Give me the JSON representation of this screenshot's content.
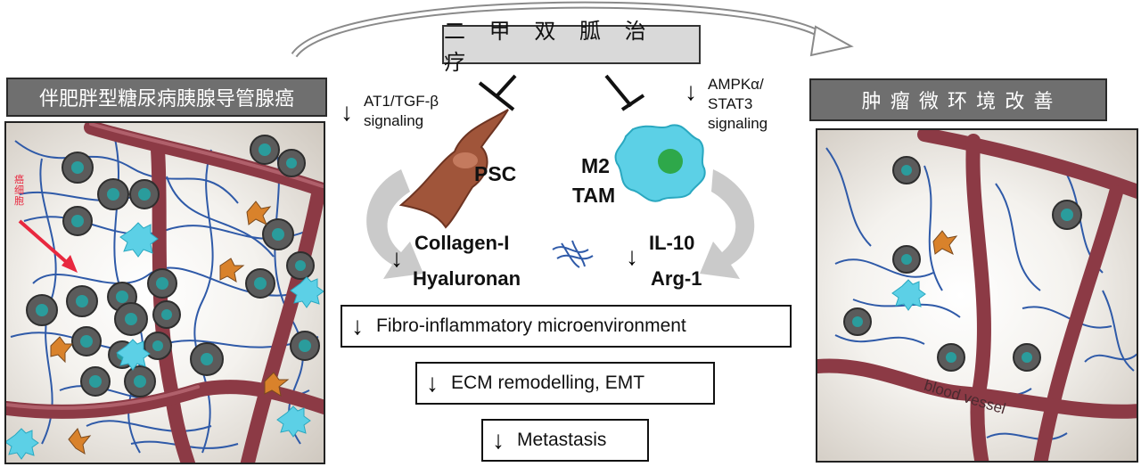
{
  "top_title": "二 甲 双 胍 治 疗",
  "left_header": "伴肥胖型糖尿病胰腺导管腺癌",
  "right_header": "肿 瘤 微 环 境 改 善",
  "left_annotation": "癌细胞",
  "left_signal": {
    "line1": "AT1/TGF-β",
    "line2": "signaling"
  },
  "right_signal": {
    "line1": "AMPKα/",
    "line2": "STAT3",
    "line3": "signaling"
  },
  "psc_label": "PSC",
  "m2_label": "M2",
  "tam_label": "TAM",
  "collagen_label": "Collagen-I",
  "hyaluronan_label": "Hyaluronan",
  "il10_label": "IL-10",
  "arg1_label": "Arg-1",
  "outcomes": [
    "Fibro-inflammatory microenvironment",
    "ECM remodelling, EMT",
    "Metastasis"
  ],
  "vessel_label": "blood vessel",
  "colors": {
    "vessel": "#8c3a45",
    "fiber": "#2f5aa8",
    "psc": "#a0553a",
    "tam": "#5cd0e6",
    "arrow_gray": "#c9c9c9"
  }
}
